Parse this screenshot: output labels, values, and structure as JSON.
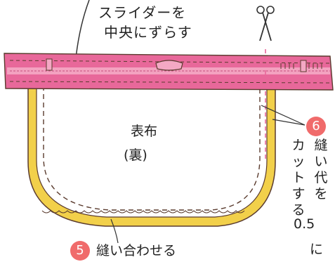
{
  "top_note": {
    "line1": "スライダーを",
    "line2": "中央にずらす"
  },
  "fabric": {
    "label": "表布",
    "sublabel": "(裏)"
  },
  "step5": {
    "number": "5",
    "text": "縫い合わせる"
  },
  "step6": {
    "number": "6",
    "col1": [
      "縫",
      "い",
      "代",
      "を"
    ],
    "col2": [
      "カ",
      "ッ",
      "ト",
      "す",
      "る"
    ],
    "amount": "0.5",
    "suffix": "に"
  },
  "colors": {
    "zipper_tape": "#e8689a",
    "zipper_teeth": "#f4a8c4",
    "seam_allowance": "#f2d04a",
    "step_badge": "#f06b6b",
    "outline": "#5a3b2e"
  },
  "icons": [
    "scissors-icon",
    "arrow-icon",
    "leader-line"
  ]
}
